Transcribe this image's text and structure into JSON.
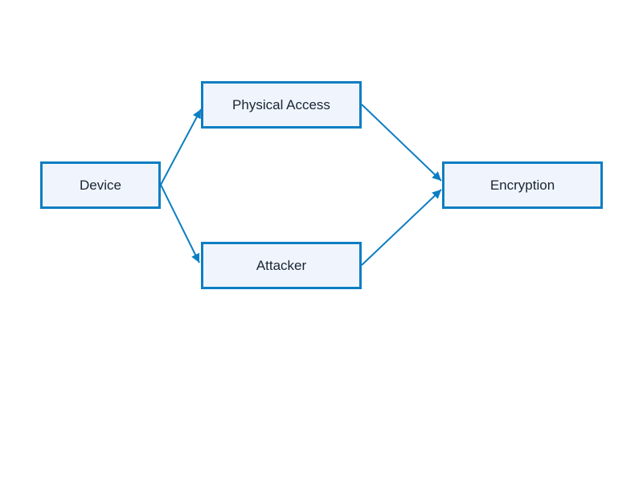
{
  "diagram": {
    "type": "flowchart",
    "nodes": [
      {
        "id": "device",
        "label": "Device"
      },
      {
        "id": "physical-access",
        "label": "Physical Access"
      },
      {
        "id": "attacker",
        "label": "Attacker"
      },
      {
        "id": "encryption",
        "label": "Encryption"
      }
    ],
    "edges": [
      {
        "from": "device",
        "to": "physical-access",
        "directed": true
      },
      {
        "from": "device",
        "to": "attacker",
        "directed": true
      },
      {
        "from": "physical-access",
        "to": "encryption",
        "directed": true
      },
      {
        "from": "attacker",
        "to": "encryption",
        "directed": true
      }
    ]
  },
  "colors": {
    "accent": "#0d7ec2",
    "node_fill": "#f0f5fd",
    "node_border": "#0d7ec2",
    "text": "#1a2433",
    "background": "#ffffff"
  }
}
